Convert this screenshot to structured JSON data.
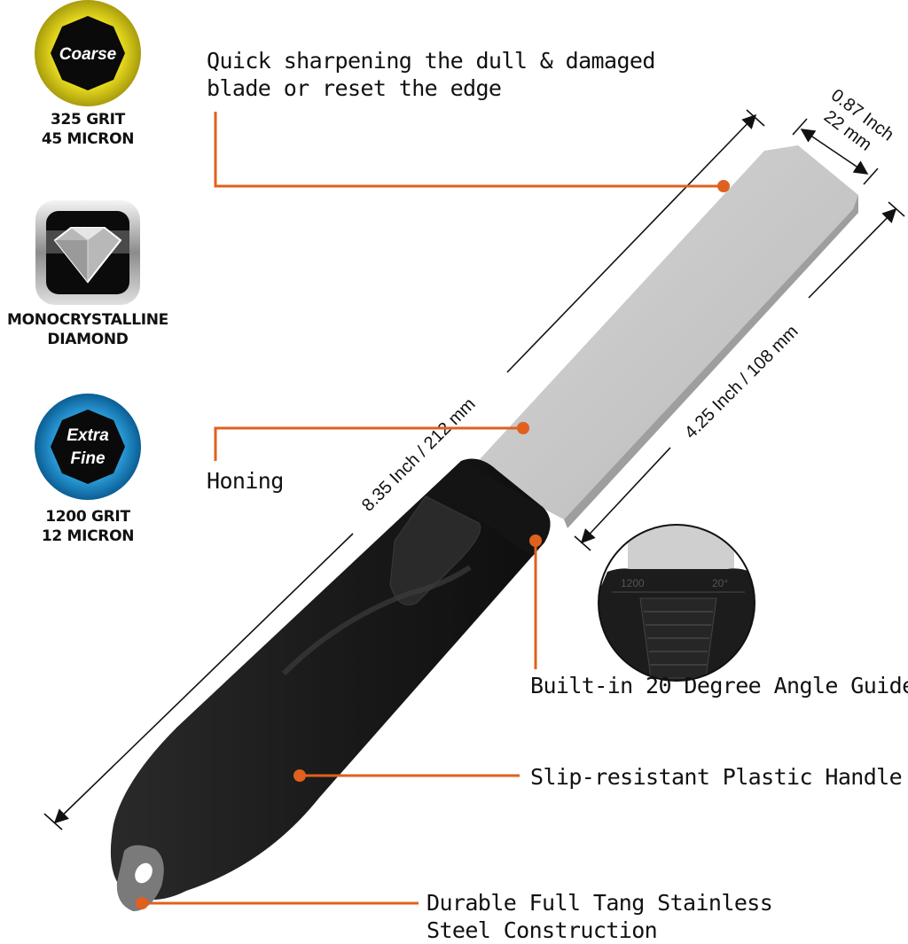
{
  "badges": [
    {
      "name": "coarse",
      "word_lines": [
        "Coarse"
      ],
      "caption_lines": [
        "325 GRIT",
        "45 MICRON"
      ],
      "ring_color": "#d8cc1a",
      "ring_dark": "#9a8f08"
    },
    {
      "name": "diamond",
      "caption_lines": [
        "MONOCRYSTALLINE",
        "DIAMOND"
      ]
    },
    {
      "name": "extra-fine",
      "word_lines": [
        "Extra",
        "Fine"
      ],
      "caption_lines": [
        "1200 GRIT",
        "12 MICRON"
      ],
      "ring_color": "#1f8fd0",
      "ring_dark": "#0d5f94"
    }
  ],
  "callouts": {
    "sharpening": [
      "Quick sharpening the dull & damaged",
      "blade or reset the edge"
    ],
    "honing": "Honing",
    "angle_guide": "Built-in 20 Degree Angle Guide",
    "handle": "Slip-resistant Plastic Handle",
    "tang": [
      "Durable Full Tang Stainless",
      "Steel Construction"
    ]
  },
  "dimensions": {
    "overall_length": "8.35 Inch / 212 mm",
    "plate_length": "4.25 Inch / 108 mm",
    "width_inch": "0.87 Inch",
    "width_mm": "22 mm"
  },
  "inset_markings": {
    "grit": "1200",
    "angle": "20°"
  },
  "colors": {
    "accent": "#e0601e",
    "handle": "#1c1c1c",
    "plate": "#c9c9c9"
  }
}
